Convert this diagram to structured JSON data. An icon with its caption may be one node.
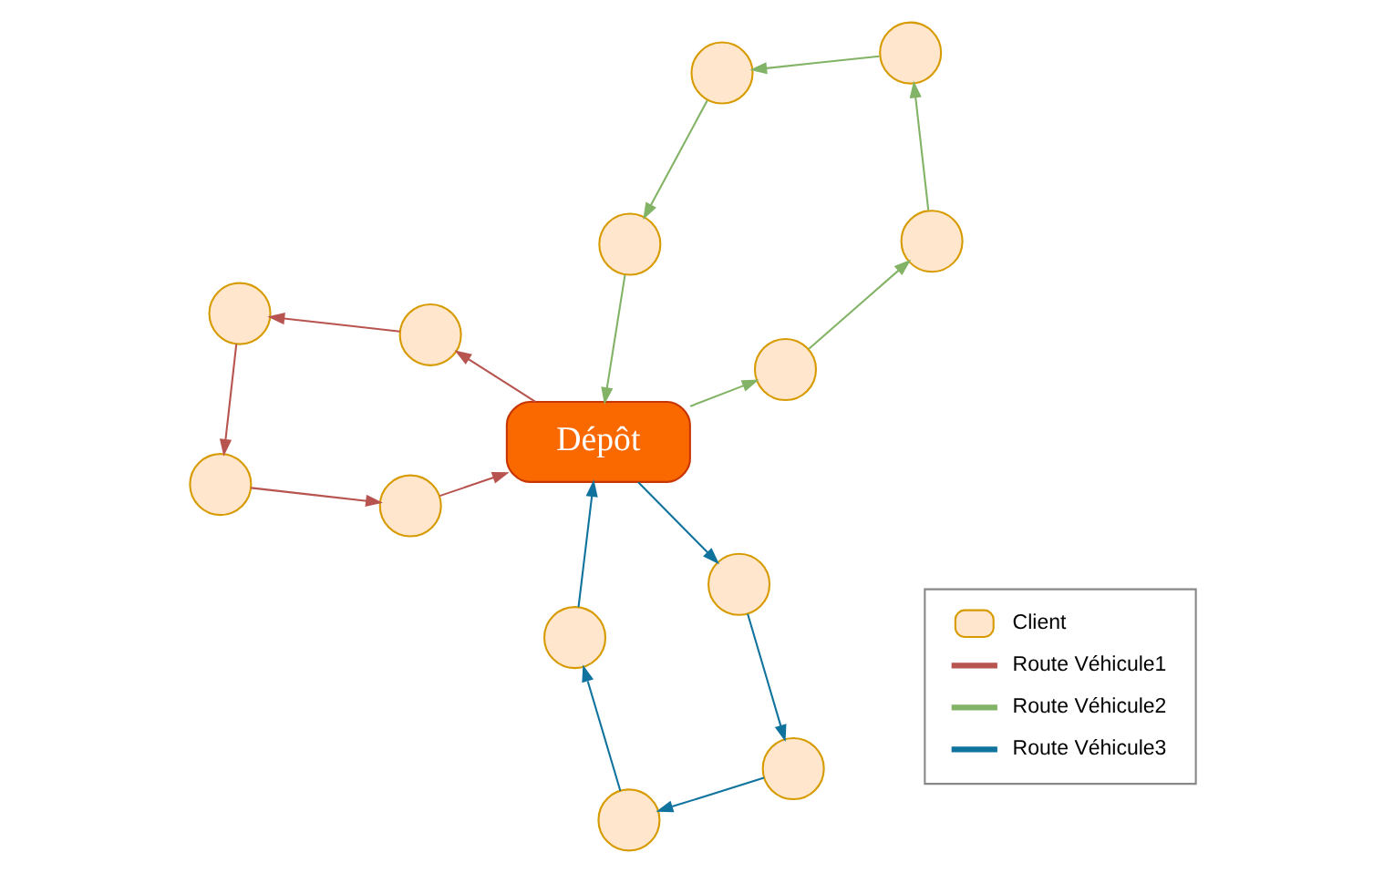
{
  "diagram": {
    "nodes": [
      {
        "text": [],
        "shape": "circle"
      },
      {
        "text": [],
        "shape": "circle"
      },
      {
        "text": [],
        "shape": "circle"
      },
      {
        "text": [],
        "shape": "circle"
      },
      {
        "text": [],
        "shape": "circle"
      },
      {
        "text": [],
        "shape": "circle"
      },
      {
        "text": [],
        "shape": "circle"
      },
      {
        "text": [
          "Dépôt"
        ]
      },
      {
        "text": [],
        "shape": "circle"
      },
      {
        "text": [],
        "shape": "circle"
      },
      {
        "text": [],
        "shape": "circle"
      },
      {
        "text": [],
        "shape": "circle"
      },
      {
        "text": [],
        "shape": "circle"
      },
      {
        "text": [],
        "shape": "circle"
      }
    ],
    "edges": [
      {
        "from": 7,
        "to": 5,
        "arrow": "to",
        "color": "#b85450"
      },
      {
        "from": 5,
        "to": 3,
        "arrow": "to",
        "color": "#b85450"
      },
      {
        "from": 3,
        "to": 0,
        "arrow": "to",
        "color": "#b85450"
      },
      {
        "from": 0,
        "to": 2,
        "arrow": "to",
        "color": "#b85450"
      },
      {
        "from": 2,
        "to": 7,
        "arrow": "to",
        "color": "#b85450"
      },
      {
        "from": 7,
        "to": 1,
        "arrow": "to",
        "color": "#10739e"
      },
      {
        "from": 1,
        "to": 4,
        "arrow": "to",
        "color": "#10739e"
      },
      {
        "from": 4,
        "to": 6,
        "arrow": "to",
        "color": "#10739e"
      },
      {
        "from": 6,
        "to": 9,
        "arrow": "to",
        "color": "#10739e"
      },
      {
        "from": 9,
        "to": 7,
        "arrow": "to",
        "color": "#10739e"
      },
      {
        "from": 7,
        "to": 10,
        "arrow": "to",
        "color": "#82b366"
      },
      {
        "from": 10,
        "to": 13,
        "arrow": "to",
        "color": "#82b366"
      },
      {
        "from": 13,
        "to": 12,
        "arrow": "to",
        "color": "#82b366"
      },
      {
        "from": 12,
        "to": 11,
        "arrow": "to",
        "color": "#82b366"
      },
      {
        "from": 11,
        "to": 8,
        "arrow": "to",
        "color": "#82b366"
      },
      {
        "from": 8,
        "to": 7,
        "arrow": "to",
        "color": "#82b366"
      }
    ],
    "legend": [
      {
        "text": "Client"
      },
      {
        "text": "Route Véhicule1"
      },
      {
        "text": "Route Véhicule2"
      },
      {
        "text": "Route Véhicule3"
      }
    ]
  }
}
